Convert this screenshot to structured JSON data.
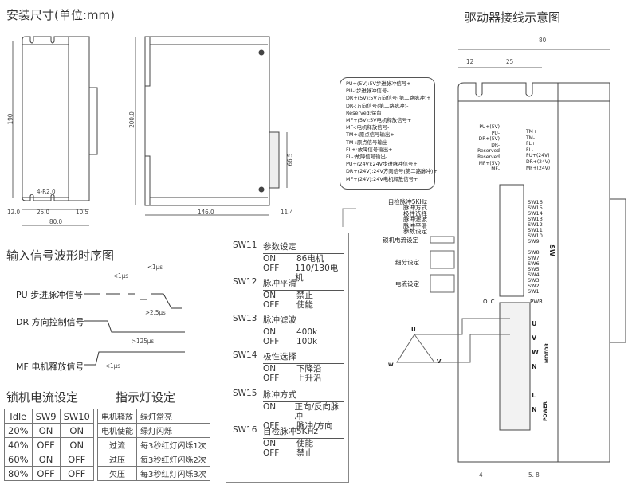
{
  "titles": {
    "install_dimensions": "安装尺寸(单位:mm)",
    "wiring_diagram": "驱动器接线示意图",
    "timing_diagram": "输入信号波形时序图",
    "lock_current": "锁机电流设定",
    "indicator": "指示灯设定"
  },
  "dimensions": {
    "front_height": "190",
    "front_r": "4-R2.0",
    "front_left": "12.0",
    "front_slot": "25.0",
    "front_right": "10.5",
    "front_width": "80.0",
    "side_height": "200.0",
    "side_length": "146.0",
    "side_depth": "11.4",
    "side_heatsink": "66.5",
    "wiring_width": "80",
    "wiring_left": "12",
    "wiring_slot": "25",
    "wiring_slot_width": "4",
    "wiring_slot_offset": "5. 8"
  },
  "timing": {
    "signals": [
      {
        "name": "PU",
        "label": "步进脉冲信号"
      },
      {
        "name": "DR",
        "label": "方向控制信号"
      },
      {
        "name": "MF",
        "label": "电机释放信号"
      }
    ],
    "annotations": [
      "<1μs",
      "<1μs",
      ">2.5μs",
      ">125μs",
      "<1μs"
    ]
  },
  "lock_current_table": {
    "headers": [
      "Idle",
      "SW9",
      "SW10"
    ],
    "rows": [
      [
        "20%",
        "ON",
        "ON"
      ],
      [
        "40%",
        "OFF",
        "ON"
      ],
      [
        "60%",
        "ON",
        "OFF"
      ],
      [
        "80%",
        "OFF",
        "OFF"
      ]
    ]
  },
  "indicator_table": {
    "rows": [
      [
        "电机释放",
        "绿灯常亮"
      ],
      [
        "电机使能",
        "绿灯闪烁"
      ],
      [
        "过流",
        "每3秒红灯闪烁1次"
      ],
      [
        "过压",
        "每3秒红灯闪烁2次"
      ],
      [
        "欠压",
        "每3秒红灯闪烁3次"
      ]
    ]
  },
  "switch_settings": [
    {
      "id": "SW11",
      "title": "参数设定",
      "on": "86电机",
      "off": "110/130电机"
    },
    {
      "id": "SW12",
      "title": "脉冲平滑",
      "on": "禁止",
      "off": "使能"
    },
    {
      "id": "SW13",
      "title": "脉冲滤波",
      "on": "400k",
      "off": "100k"
    },
    {
      "id": "SW14",
      "title": "极性选择",
      "on": "下降沿",
      "off": "上升沿"
    },
    {
      "id": "SW15",
      "title": "脉冲方式",
      "on": "正向/反向脉冲",
      "off": "脉冲/方向"
    },
    {
      "id": "SW16",
      "title": "自检脉冲5KHz",
      "on": "使能",
      "off": "禁止"
    }
  ],
  "on_label": "ON",
  "off_label": "OFF",
  "pin_descriptions": [
    "PU+(5V):5V步进脉冲信号+",
    "PU-:步进脉冲信号-",
    "DR+(5V):5V方向信号(第二路脉冲)+",
    "DR-:方向信号(第二路脉冲)-",
    "Reserved:保留",
    "MF+(5V):5V电机释放信号+",
    "MF-:电机释放信号-",
    "TM+:原点信号输出+",
    "TM-:原点信号输出-",
    "FL+:故障信号输出+",
    "FL-:故障信号输出-",
    "PU+(24V):24V步进脉冲信号+",
    "DR+(24V):24V方向信号(第二路脉冲)+",
    "MF+(24V):24V电机释放信号+"
  ],
  "connector": {
    "left_pins": [
      "PU+(5V)",
      "PU-",
      "DR+(5V)",
      "DR-",
      "Reserved",
      "Reserved",
      "MF+(5V)",
      "MF-"
    ],
    "right_pins": [
      "TM+",
      "TM-",
      "FL+",
      "FL-",
      "PU+(24V)",
      "DR+(24V)",
      "MF+(24V)"
    ]
  },
  "switch_callouts": [
    "自检脉冲5KHz",
    "脉冲方式",
    "极性选择",
    "脉冲滤波",
    "脉冲平滑",
    "参数设定",
    "锁机电流设定",
    "细分设定",
    "电流设定"
  ],
  "dip_switches": [
    "SW16",
    "SW15",
    "SW14",
    "SW13",
    "SW12",
    "SW11",
    "SW10",
    "SW9",
    "SW8",
    "SW7",
    "SW6",
    "SW5",
    "SW4",
    "SW3",
    "SW2",
    "SW1"
  ],
  "sw_group_label": "SW",
  "leds": {
    "oc": "O. C",
    "pwr": "PWR"
  },
  "terminals": {
    "motor": [
      "U",
      "V",
      "W",
      "N"
    ],
    "motor_label": "MOTOR",
    "power": [
      "L",
      "N"
    ],
    "power_label": "POWER"
  },
  "motor_diagram": {
    "u": "U",
    "v": "V",
    "w": "W"
  }
}
